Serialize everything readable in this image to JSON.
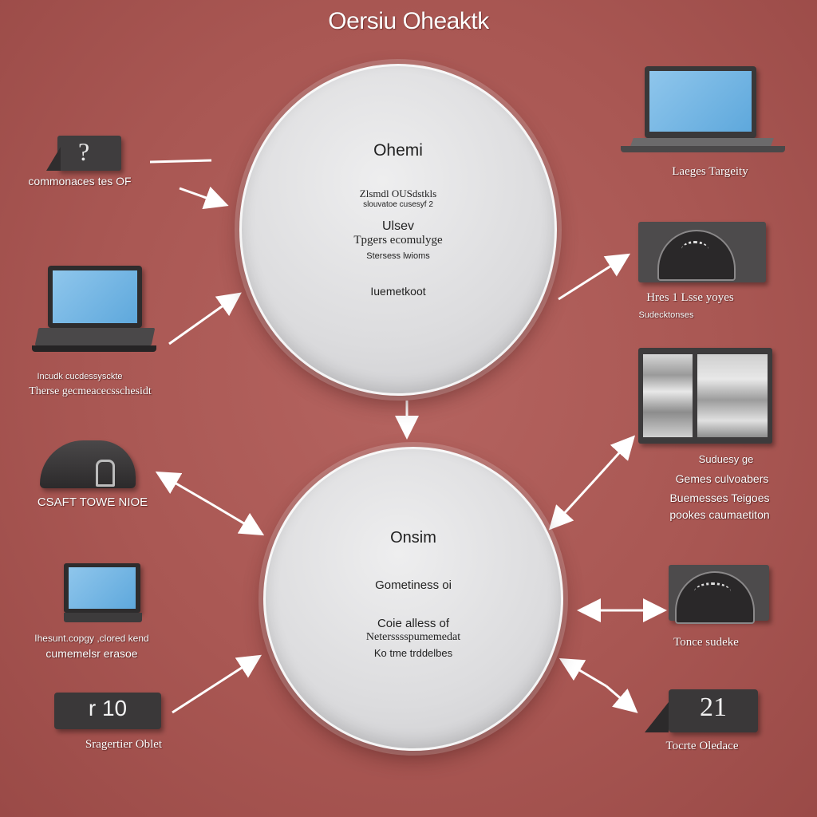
{
  "title": "Oersiu Oheaktk",
  "top_hub": {
    "heading": "Ohemi",
    "line1": "Zlsmdl OUSdstkls",
    "line2": "slouvatoe cusesyf 2",
    "line3": "Ulsev",
    "line4": "Tpgers ecomulyge",
    "line5": "Stersess lwioms",
    "line6": "Iuemetkoot"
  },
  "bottom_hub": {
    "heading": "Onsim",
    "line1": "Gometiness oi",
    "line2": "Coie alless of",
    "line3": "Netersssspumemedat",
    "line4": "Ko tme trddelbes"
  },
  "left_nodes": [
    {
      "label": "commonaces tes OF"
    },
    {
      "label_a": "Incudk cucdessysckte",
      "label_b": "Therse gecmeacecsschesidt"
    },
    {
      "label": "CSAFT TOWE NIOE"
    },
    {
      "label_a": "Ihesunt.copgy ,clored kend",
      "label_b": "cumemelsr erasoe"
    },
    {
      "display": "r 10",
      "label": "Sragertier Oblet"
    }
  ],
  "right_nodes": [
    {
      "label": "Laeges Targeity"
    },
    {
      "label_a": "Hres 1 Lsse yoyes",
      "label_b": "Sudecktonses"
    },
    {
      "label_a": "Suduesy ge",
      "label_b": "Gemes culvoabers",
      "label_c": "Buemesses Teigoes",
      "label_d": "pookes caumaetiton"
    },
    {
      "label": "Tonce sudeke"
    },
    {
      "display": "21",
      "label": "Tocrte Oledace"
    }
  ],
  "colors": {
    "background": "#a95753",
    "hub_fill": "#dcdcde",
    "arrow": "#ffffff",
    "device_dark": "#3d3b3c",
    "screen_blue": "#6fb3e3"
  },
  "icons": [
    "question-sign-icon",
    "laptop-icon",
    "mouse-icon",
    "calendar-date-icon",
    "gauge-icon",
    "window-panels-icon"
  ]
}
